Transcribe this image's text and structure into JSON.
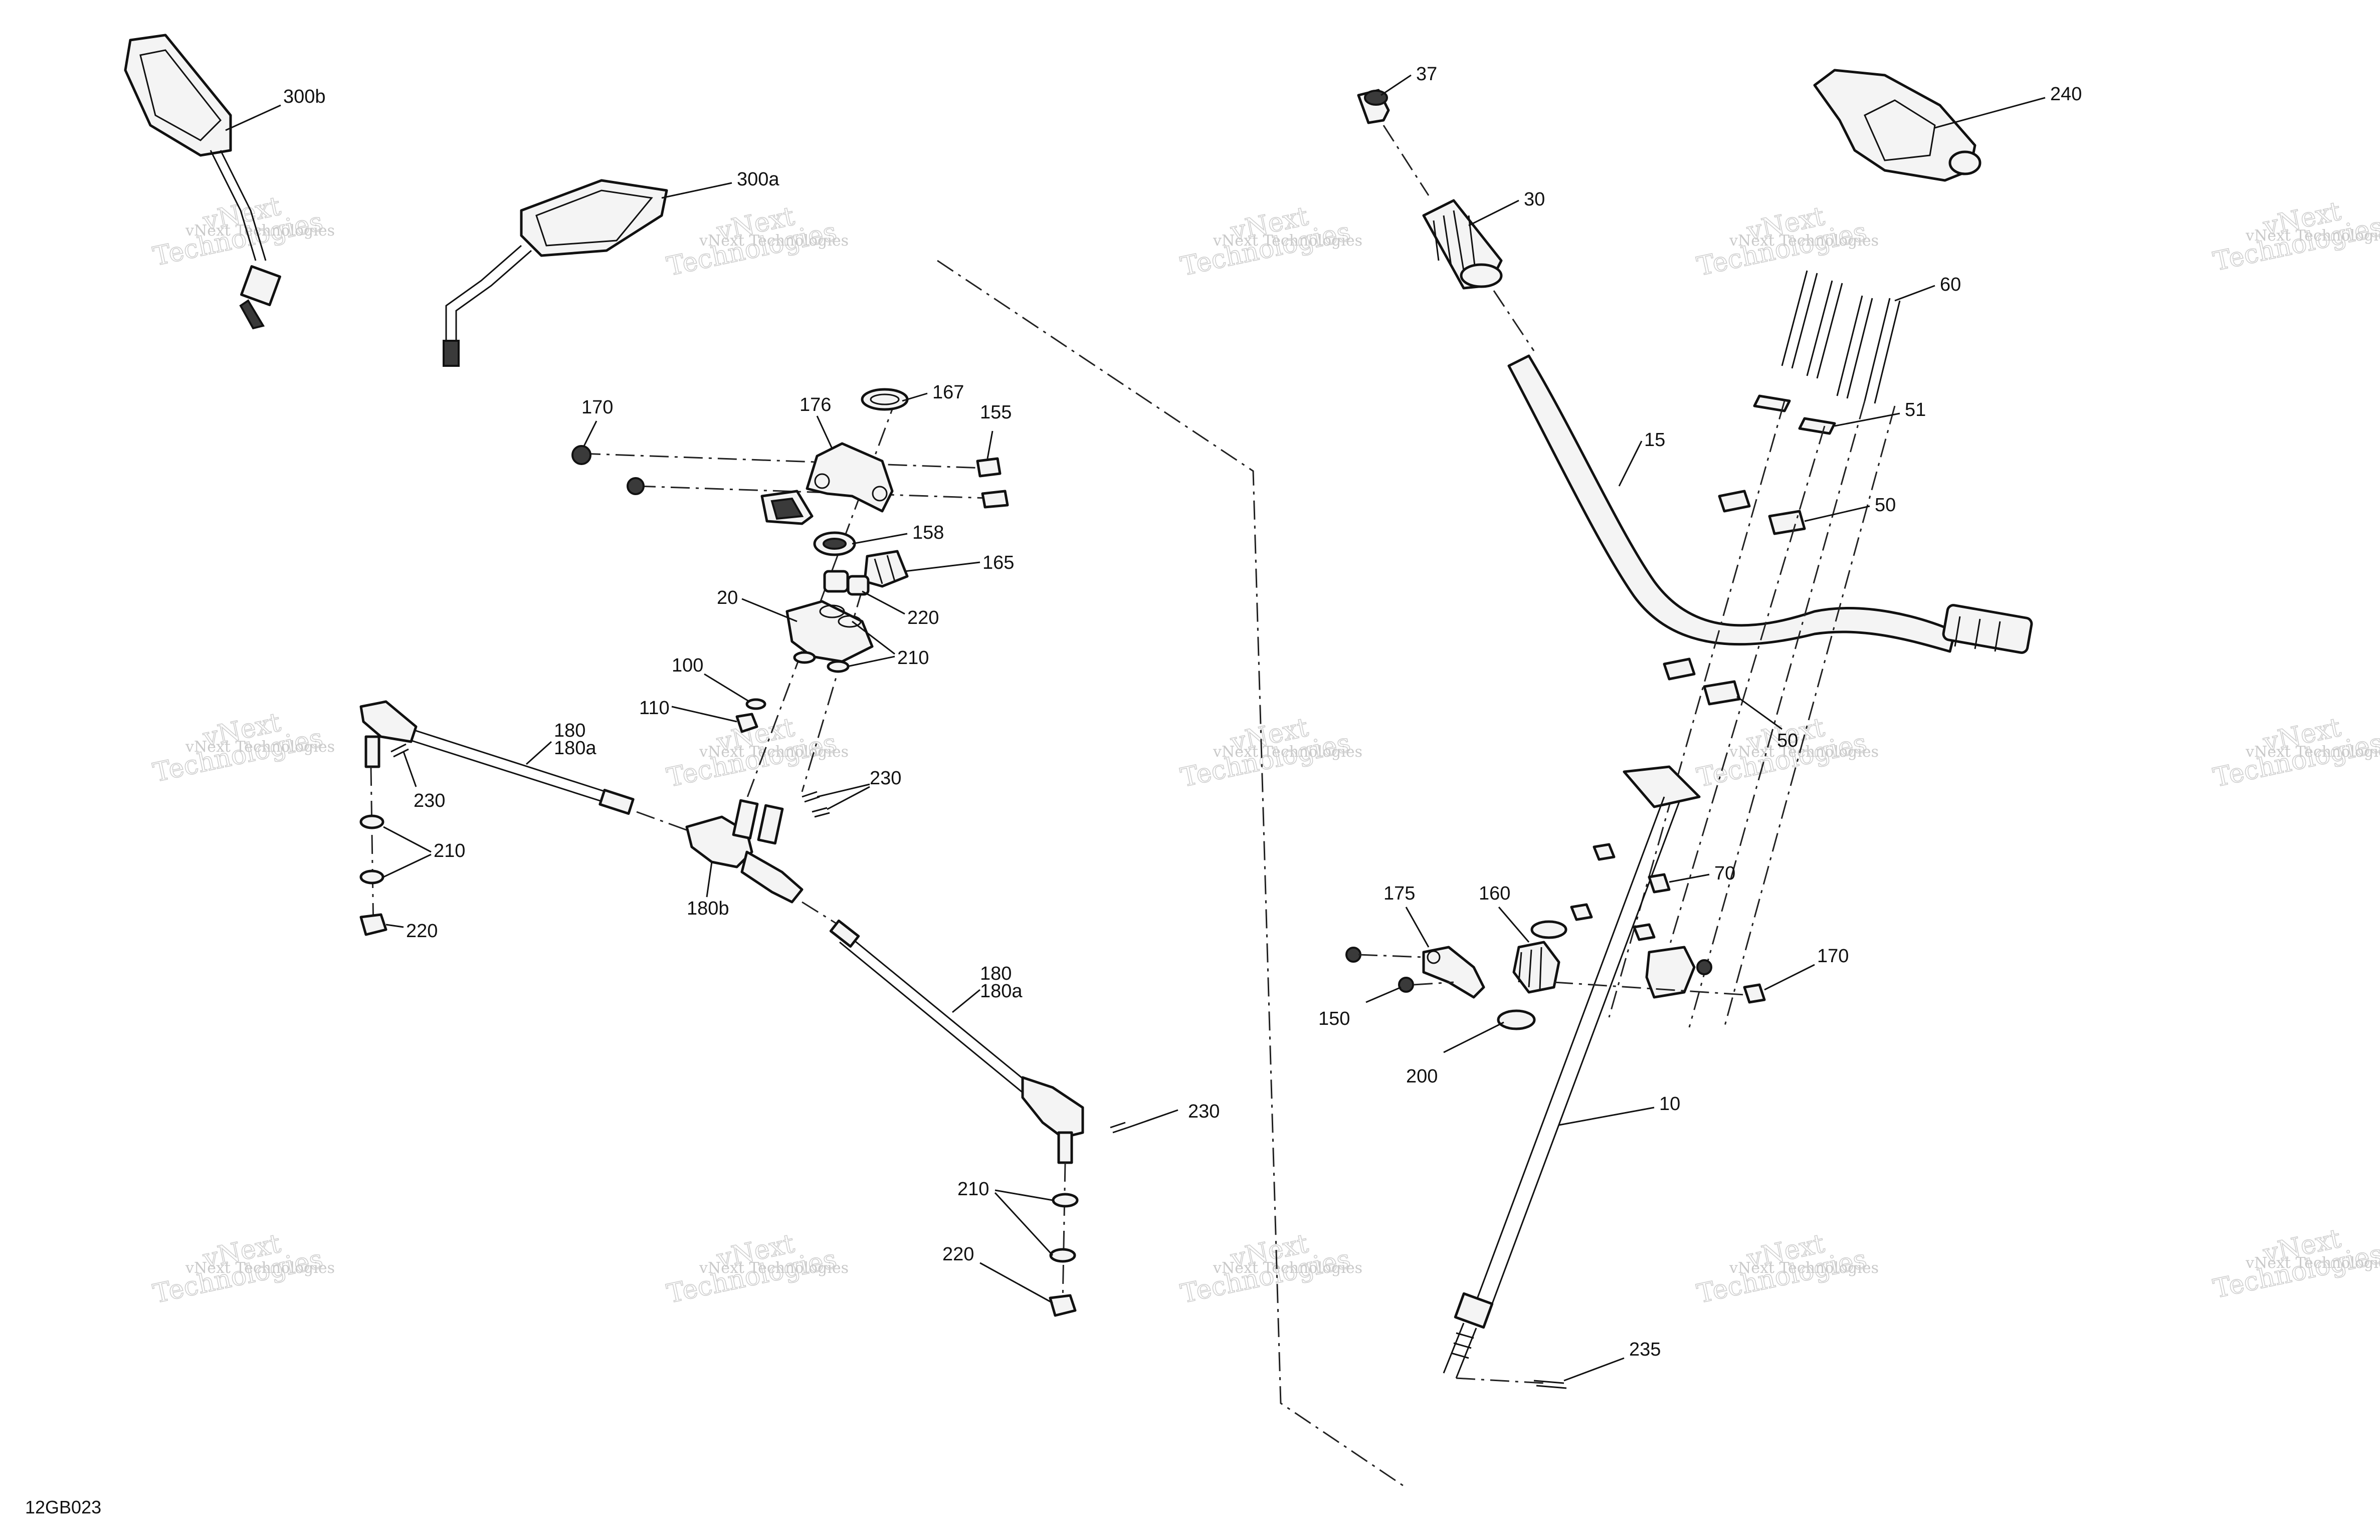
{
  "diagram_code": "12GB023",
  "watermark": {
    "line1": "vNext Technologies",
    "line2": "Technologies",
    "line3": "vNext"
  },
  "callouts": {
    "c300b": "300b",
    "c300a": "300a",
    "c170a": "170",
    "c176": "176",
    "c167": "167",
    "c155": "155",
    "c158": "158",
    "c165": "165",
    "c20": "20",
    "c220a": "220",
    "c210a": "210",
    "c100": "100",
    "c110": "110",
    "c180a_main": "180",
    "c180a_sub": "180a",
    "c230a": "230",
    "c210b": "210",
    "c220b": "220",
    "c230b": "230",
    "c180b": "180b",
    "c180b_main": "180",
    "c180b_sub": "180a",
    "c230c": "230",
    "c210c": "210",
    "c220c": "220",
    "c37": "37",
    "c30": "30",
    "c240": "240",
    "c60": "60",
    "c51": "51",
    "c15": "15",
    "c50a": "50",
    "c50b": "50",
    "c70": "70",
    "c175": "175",
    "c160": "160",
    "c170b": "170",
    "c150": "150",
    "c200": "200",
    "c10": "10",
    "c235": "235"
  }
}
